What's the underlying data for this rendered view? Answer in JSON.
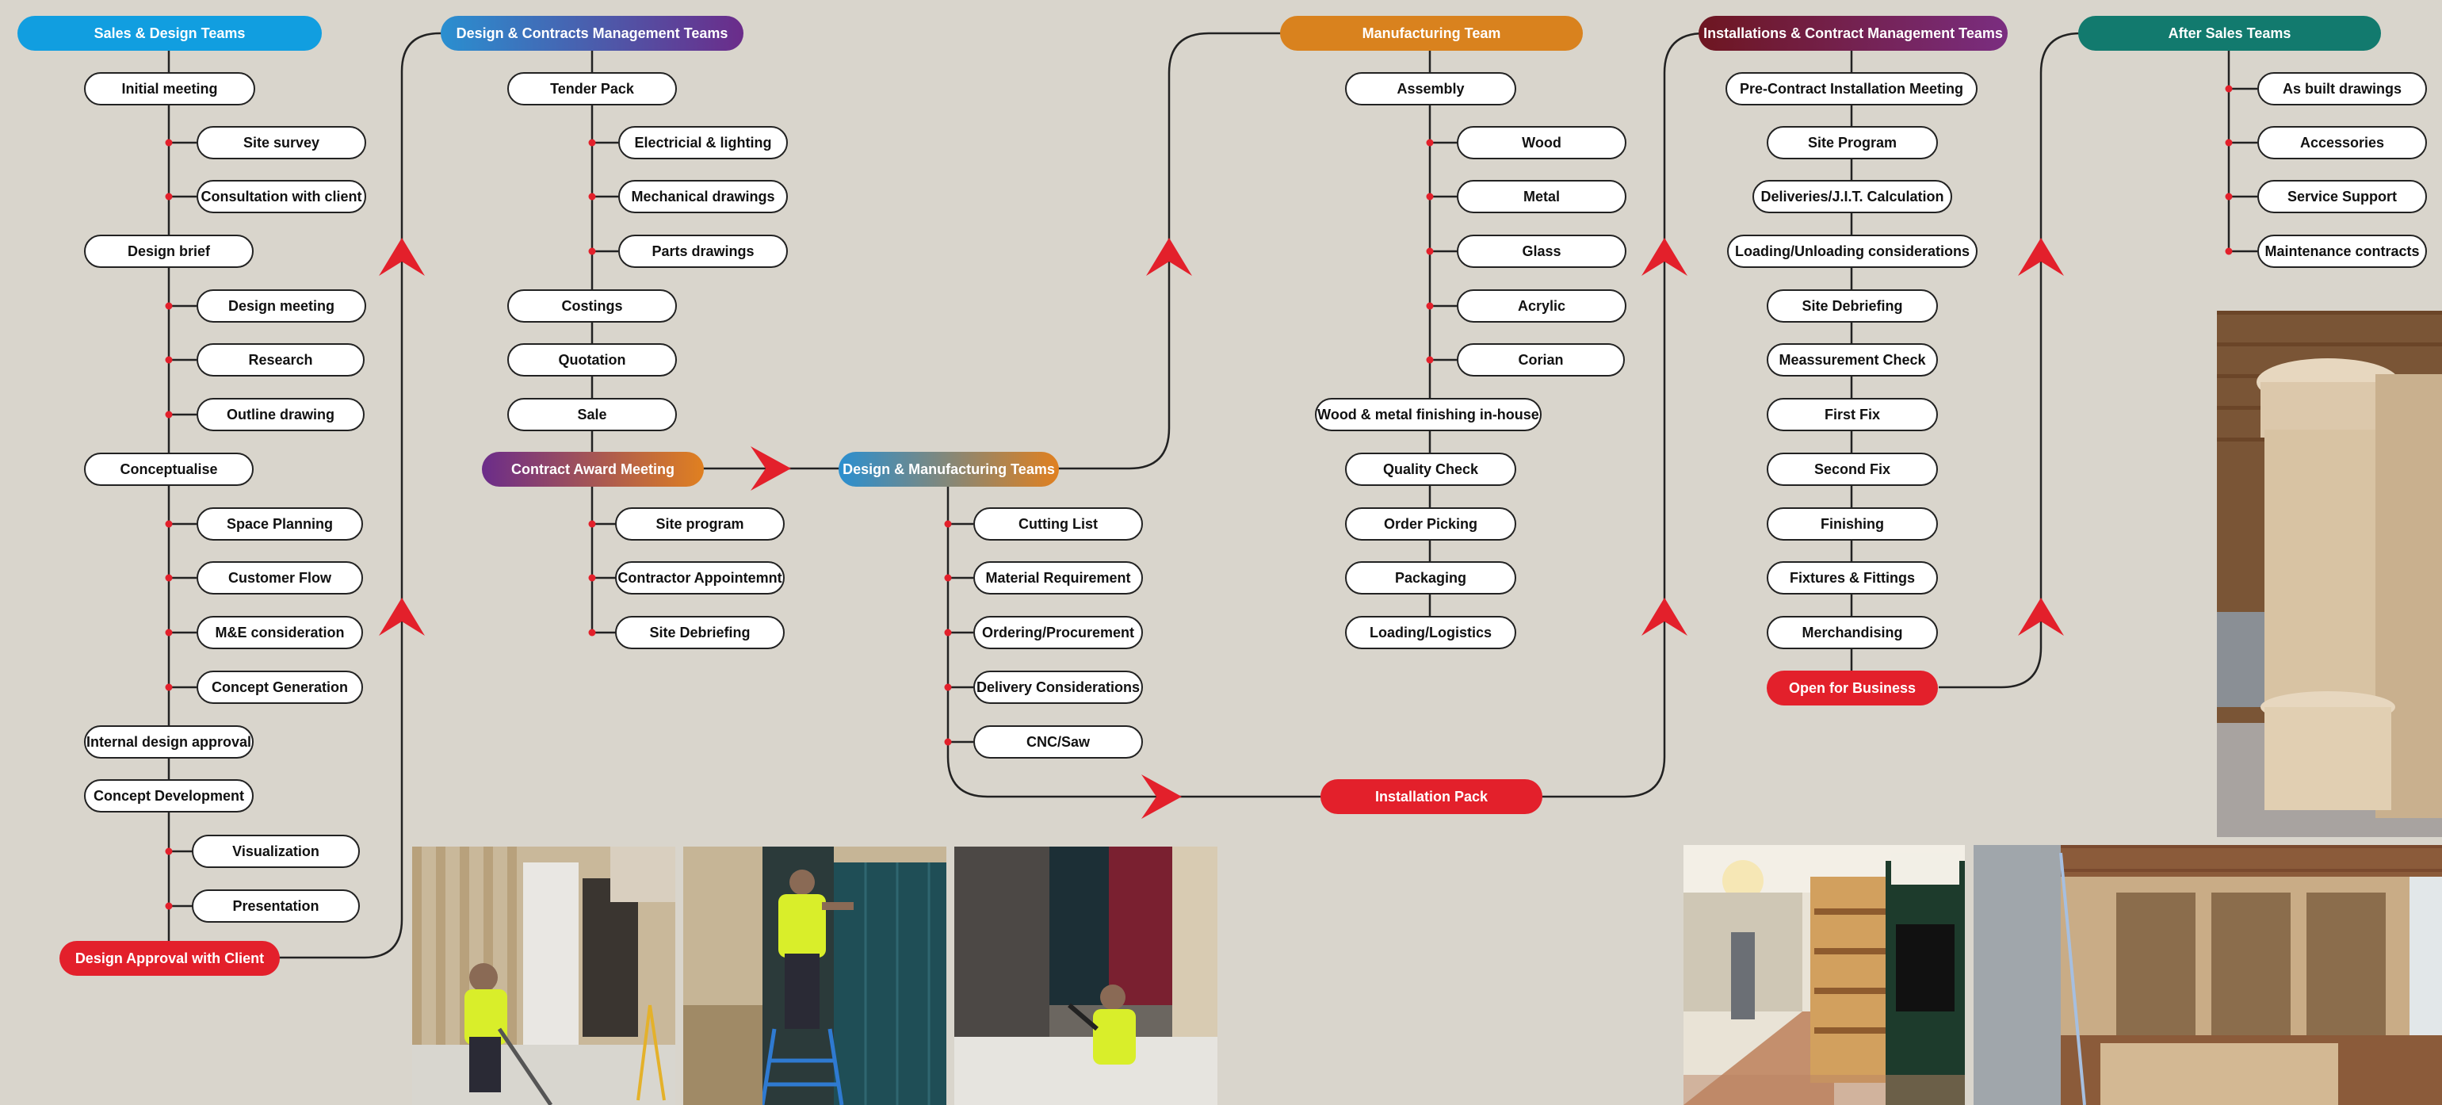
{
  "colors": {
    "background": "#d9d5cc",
    "connector": "#222222",
    "dot": "#e3202b",
    "red": "#e3202b",
    "sales_blue": "#119ee0",
    "design_contracts_gradient": [
      "#2a8fd0",
      "#6b2c8a"
    ],
    "award_gradient": [
      "#6b2c8a",
      "#e08020"
    ],
    "dm_gradient": [
      "#2a8fd0",
      "#e08020"
    ],
    "manufacturing_orange": "#d9821e",
    "installations_gradient": [
      "#6e1620",
      "#7a2d80"
    ],
    "after_sales_teal": "#127a6e"
  },
  "sales": {
    "header": "Sales & Design Teams",
    "initial_meeting": "Initial meeting",
    "site_survey": "Site survey",
    "consultation": "Consultation with client",
    "design_brief": "Design brief",
    "design_meeting": "Design meeting",
    "research": "Research",
    "outline_drawing": "Outline drawing",
    "conceptualise": "Conceptualise",
    "space_planning": "Space Planning",
    "customer_flow": "Customer Flow",
    "me_consideration": "M&E consideration",
    "concept_generation": "Concept Generation",
    "internal_approval": "Internal design approval",
    "concept_development": "Concept Development",
    "visualization": "Visualization",
    "presentation": "Presentation",
    "approval": "Design Approval with Client"
  },
  "contracts": {
    "header": "Design & Contracts Management Teams",
    "tender_pack": "Tender Pack",
    "electrical": "Electricial & lighting",
    "mechanical": "Mechanical drawings",
    "parts": "Parts drawings",
    "costings": "Costings",
    "quotation": "Quotation",
    "sale": "Sale",
    "award": "Contract Award Meeting",
    "site_program": "Site program",
    "contractor": "Contractor Appointemnt",
    "site_debriefing": "Site Debriefing"
  },
  "design_manufacturing": {
    "header": "Design & Manufacturing Teams",
    "cutting_list": "Cutting List",
    "material": "Material Requirement",
    "ordering": "Ordering/Procurement",
    "delivery": "Delivery Considerations",
    "cnc": "CNC/Saw",
    "installation_pack": "Installation Pack"
  },
  "manufacturing": {
    "header": "Manufacturing Team",
    "assembly": "Assembly",
    "wood": "Wood",
    "metal": "Metal",
    "glass": "Glass",
    "acrylic": "Acrylic",
    "corian": "Corian",
    "finishing": "Wood & metal finishing in-house",
    "quality": "Quality Check",
    "order_picking": "Order Picking",
    "packaging": "Packaging",
    "logistics": "Loading/Logistics"
  },
  "installations": {
    "header": "Installations & Contract Management Teams",
    "pre_contract": "Pre-Contract Installation Meeting",
    "site_program": "Site Program",
    "deliveries": "Deliveries/J.I.T. Calculation",
    "loading": "Loading/Unloading considerations",
    "site_debriefing": "Site Debriefing",
    "measurement": "Meassurement Check",
    "first_fix": "First Fix",
    "second_fix": "Second Fix",
    "finishing": "Finishing",
    "fixtures": "Fixtures & Fittings",
    "merchandising": "Merchandising",
    "open": "Open for Business"
  },
  "after_sales": {
    "header": "After Sales Teams",
    "as_built": "As built drawings",
    "accessories": "Accessories",
    "service": "Service Support",
    "maintenance": "Maintenance contracts"
  },
  "photos": [
    {
      "name": "photo-worker-cleaning",
      "description": "worker in hi-vis vest cleaning floor beside wood panels"
    },
    {
      "name": "photo-worker-ladder",
      "description": "worker on ladder fitting dark green panels"
    },
    {
      "name": "photo-worker-drilling",
      "description": "worker drilling near store fixtures"
    },
    {
      "name": "photo-bookshop-interior",
      "description": "finished bookshop interior with shelving and signage"
    },
    {
      "name": "photo-workshop-shelving",
      "description": "workshop with raw MDF shelving units under construction"
    },
    {
      "name": "photo-curved-unit",
      "description": "curved MDF display unit in workshop"
    }
  ]
}
